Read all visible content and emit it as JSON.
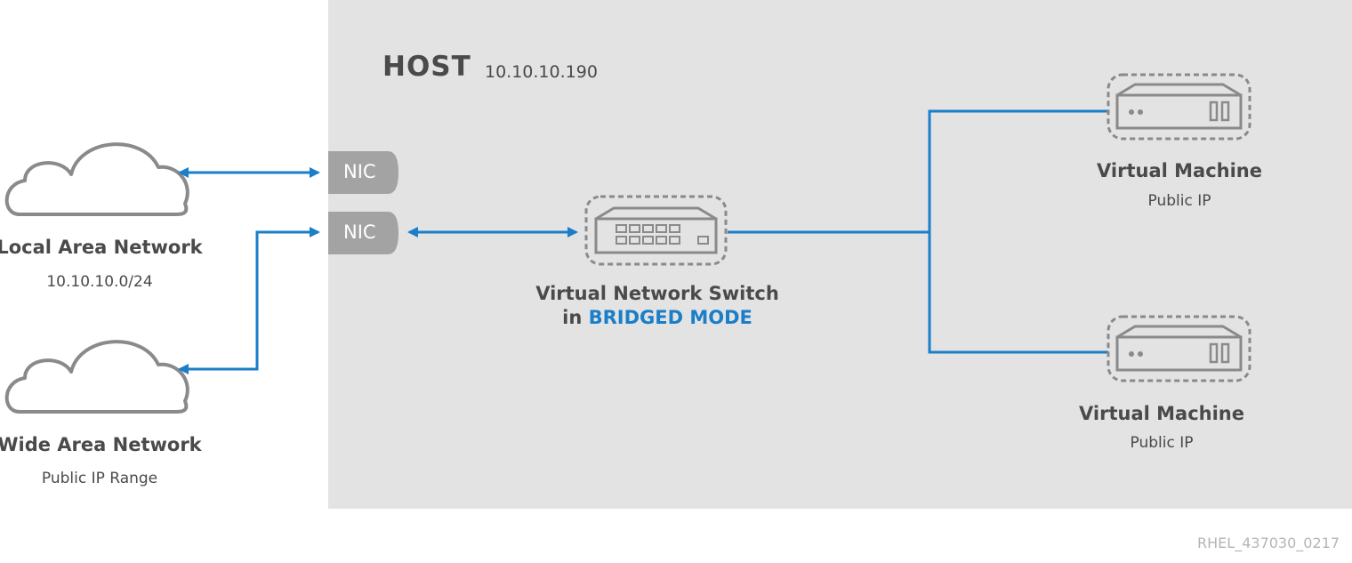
{
  "host": {
    "title": "HOST",
    "ip": "10.10.10.190"
  },
  "networks": {
    "lan": {
      "label": "Local Area Network",
      "sub": "10.10.10.0/24"
    },
    "wan": {
      "label": "Wide Area Network",
      "sub": "Public IP Range"
    }
  },
  "nics": [
    {
      "label": "NIC"
    },
    {
      "label": "NIC"
    }
  ],
  "switch": {
    "line1": "Virtual Network Switch",
    "line2_prefix": "in ",
    "line2_mode": "BRIDGED MODE"
  },
  "vms": [
    {
      "label": "Virtual Machine",
      "sub": "Public IP"
    },
    {
      "label": "Virtual Machine",
      "sub": "Public IP"
    }
  ],
  "footer_code": "RHEL_437030_0217",
  "colors": {
    "accent": "#1a7ec8",
    "host_bg": "#e3e3e3",
    "icon_gray": "#8a8a8a",
    "nic_bg": "#a3a3a3",
    "text": "#4a4a4a"
  },
  "icons": [
    "cloud-icon",
    "switch-icon",
    "server-icon"
  ]
}
